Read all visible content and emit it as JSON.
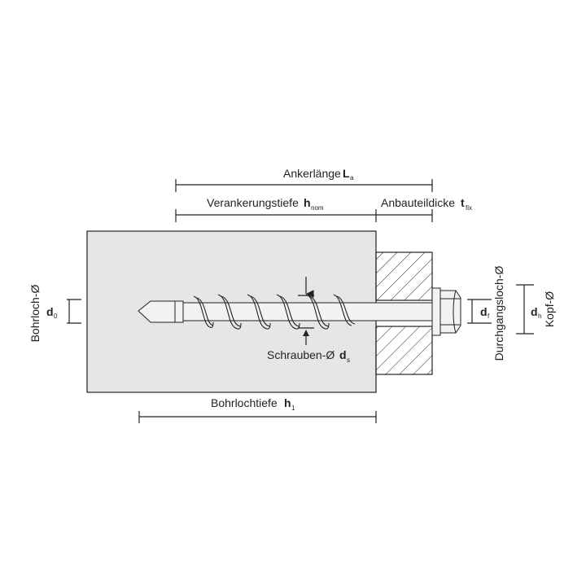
{
  "labels": {
    "ankerlaenge": "Ankerlänge",
    "ankerlaenge_sym": "L",
    "ankerlaenge_sub": "a",
    "verankerungstiefe": "Verankerungstiefe",
    "verankerungstiefe_sym": "h",
    "verankerungstiefe_sub": "nom",
    "anbauteildicke": "Anbauteildicke",
    "anbauteildicke_sym": "t",
    "anbauteildicke_sub": "fix",
    "bohrloch": "Bohrloch-Ø",
    "bohrloch_sym": "d",
    "bohrloch_sub": "0",
    "schrauben": "Schrauben-Ø",
    "schrauben_sym": "d",
    "schrauben_sub": "s",
    "bohrlochtiefe": "Bohrlochtiefe",
    "bohrlochtiefe_sym": "h",
    "bohrlochtiefe_sub": "1",
    "durchgangsloch": "Durchgangsloch-Ø",
    "durchgangsloch_sym": "d",
    "durchgangsloch_sub": "f",
    "kopf": "Kopf-Ø",
    "kopf_sym": "d",
    "kopf_sub": "h"
  },
  "colors": {
    "concrete": "#e6e6e6",
    "line": "#222222",
    "screw_fill": "#f2f2f2"
  }
}
